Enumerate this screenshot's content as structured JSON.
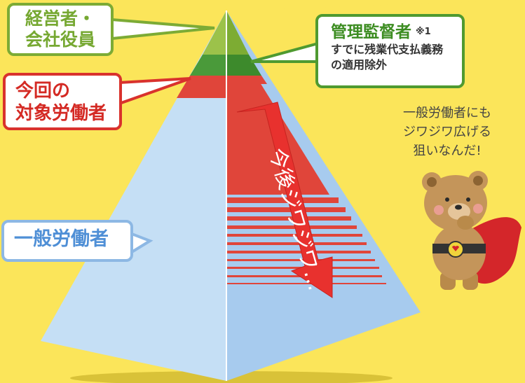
{
  "labels": {
    "exec_line1": "経営者・",
    "exec_line2": "会社役員",
    "manager_title": "管理監督者",
    "manager_note": "※1",
    "manager_desc1": "すでに残業代支払義務",
    "manager_desc2": "の適用除外",
    "target_line1": "今回の",
    "target_line2": "対象労働者",
    "general": "一般労働者",
    "arrow_text": "今後ジワジワ…",
    "bear_line1": "一般労働者にも",
    "bear_line2": "ジワジワ広げる",
    "bear_line3": "狙いなんだ!"
  },
  "colors": {
    "background": "#fbe55a",
    "exec_tier": "#7cab35",
    "manager_tier": "#4f9a30",
    "target_tier": "#e0453a",
    "general_tier": "#a9cdef",
    "arrow": "#e8312e"
  }
}
